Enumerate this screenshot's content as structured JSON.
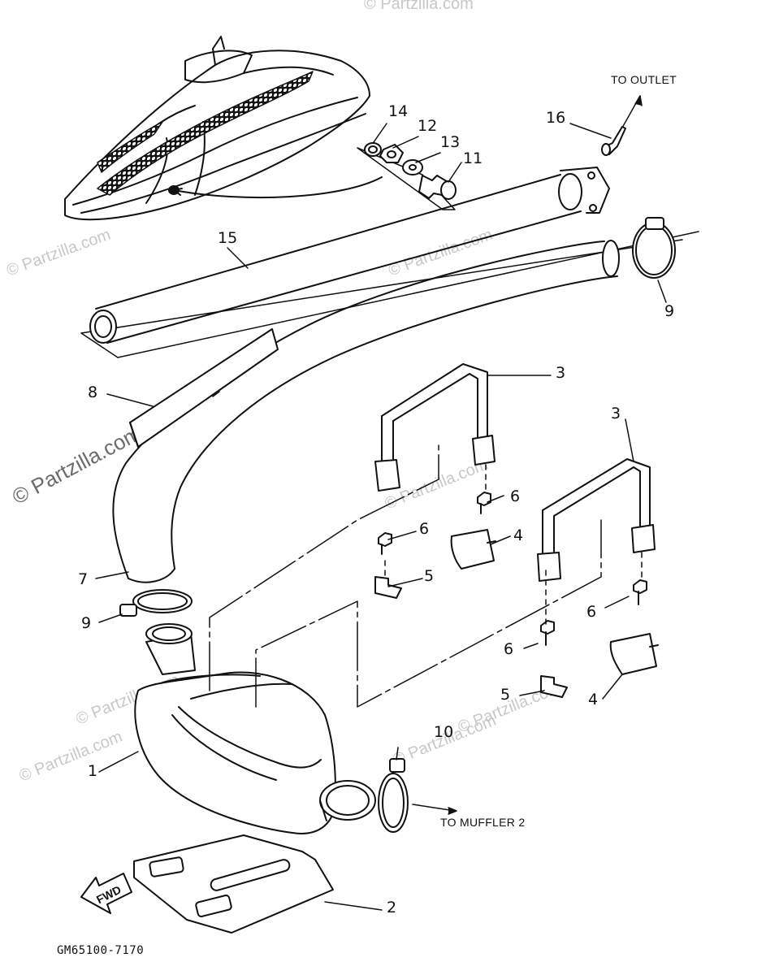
{
  "watermarks": [
    "© Partzilla.com",
    "© Partzilla.com",
    "© Partzilla.com",
    "© Partzilla.com",
    "© Partzilla.com",
    "© Partzilla.com",
    "© Partzilla.com",
    "© Partzilla.com",
    "© Partzilla.com"
  ],
  "callouts": {
    "c1": "1",
    "c2": "2",
    "c3a": "3",
    "c3b": "3",
    "c4a": "4",
    "c4b": "4",
    "c5a": "5",
    "c5b": "5",
    "c6a": "6",
    "c6b": "6",
    "c6c": "6",
    "c6d": "6",
    "c7": "7",
    "c8": "8",
    "c9a": "9",
    "c9b": "9",
    "c10": "10",
    "c11": "11",
    "c12": "12",
    "c13": "13",
    "c14": "14",
    "c15": "15",
    "c16": "16"
  },
  "notes": {
    "to_outlet": "TO OUTLET",
    "to_muffler": "TO MUFFLER 2"
  },
  "fwd_label": "FWD",
  "figure_code": "GM65100-7170",
  "colors": {
    "ink": "#111111",
    "watermark": "#c8c8c8",
    "paper": "#ffffff"
  }
}
